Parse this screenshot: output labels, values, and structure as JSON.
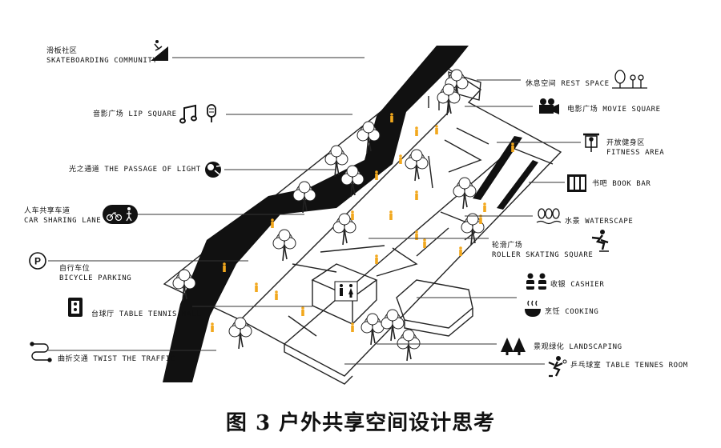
{
  "caption": "图 3  户外共享空间设计思考",
  "labels": {
    "skateboarding": {
      "line1": "滑板社区",
      "line2": "SKATEBOARDING COMMUNITY"
    },
    "lip_square": "音影广场 LIP SQUARE",
    "passage_of_light": "光之通道 THE PASSAGE OF LIGHT",
    "car_sharing": {
      "line1": "人车共享车道",
      "line2": "CAR SHARING LANE"
    },
    "bicycle": {
      "line1": "自行车位",
      "line2": "BICYCLE PARKING"
    },
    "table_tennis_hall": "台球厅 TABLE TENNIS HALL",
    "twist_traffic": "曲折交通 TWIST THE TRAFFIC",
    "rest_space": "休息空间 REST SPACE",
    "movie_square": "电影广场 MOVIE SQUARE",
    "fitness": {
      "line1": "开放健身区",
      "line2": "FITNESS AREA"
    },
    "book_bar": "书吧 BOOK BAR",
    "waterscape": "水景 WATERSCAPE",
    "roller_skating": {
      "line1": "轮滑广场",
      "line2": "ROLLER SKATING SQUARE"
    },
    "cashier": "收银 CASHIER",
    "cooking": "烹饪 COOKING",
    "landscaping": "景观绿化 LANDSCAPING",
    "table_tennis_room": "乒乓球室 TABLE TENNES ROOM"
  },
  "icons": {
    "parking_letter": "P"
  },
  "colors": {
    "path": "#111111",
    "figures": "#f2a81d",
    "lines": "#222222"
  }
}
